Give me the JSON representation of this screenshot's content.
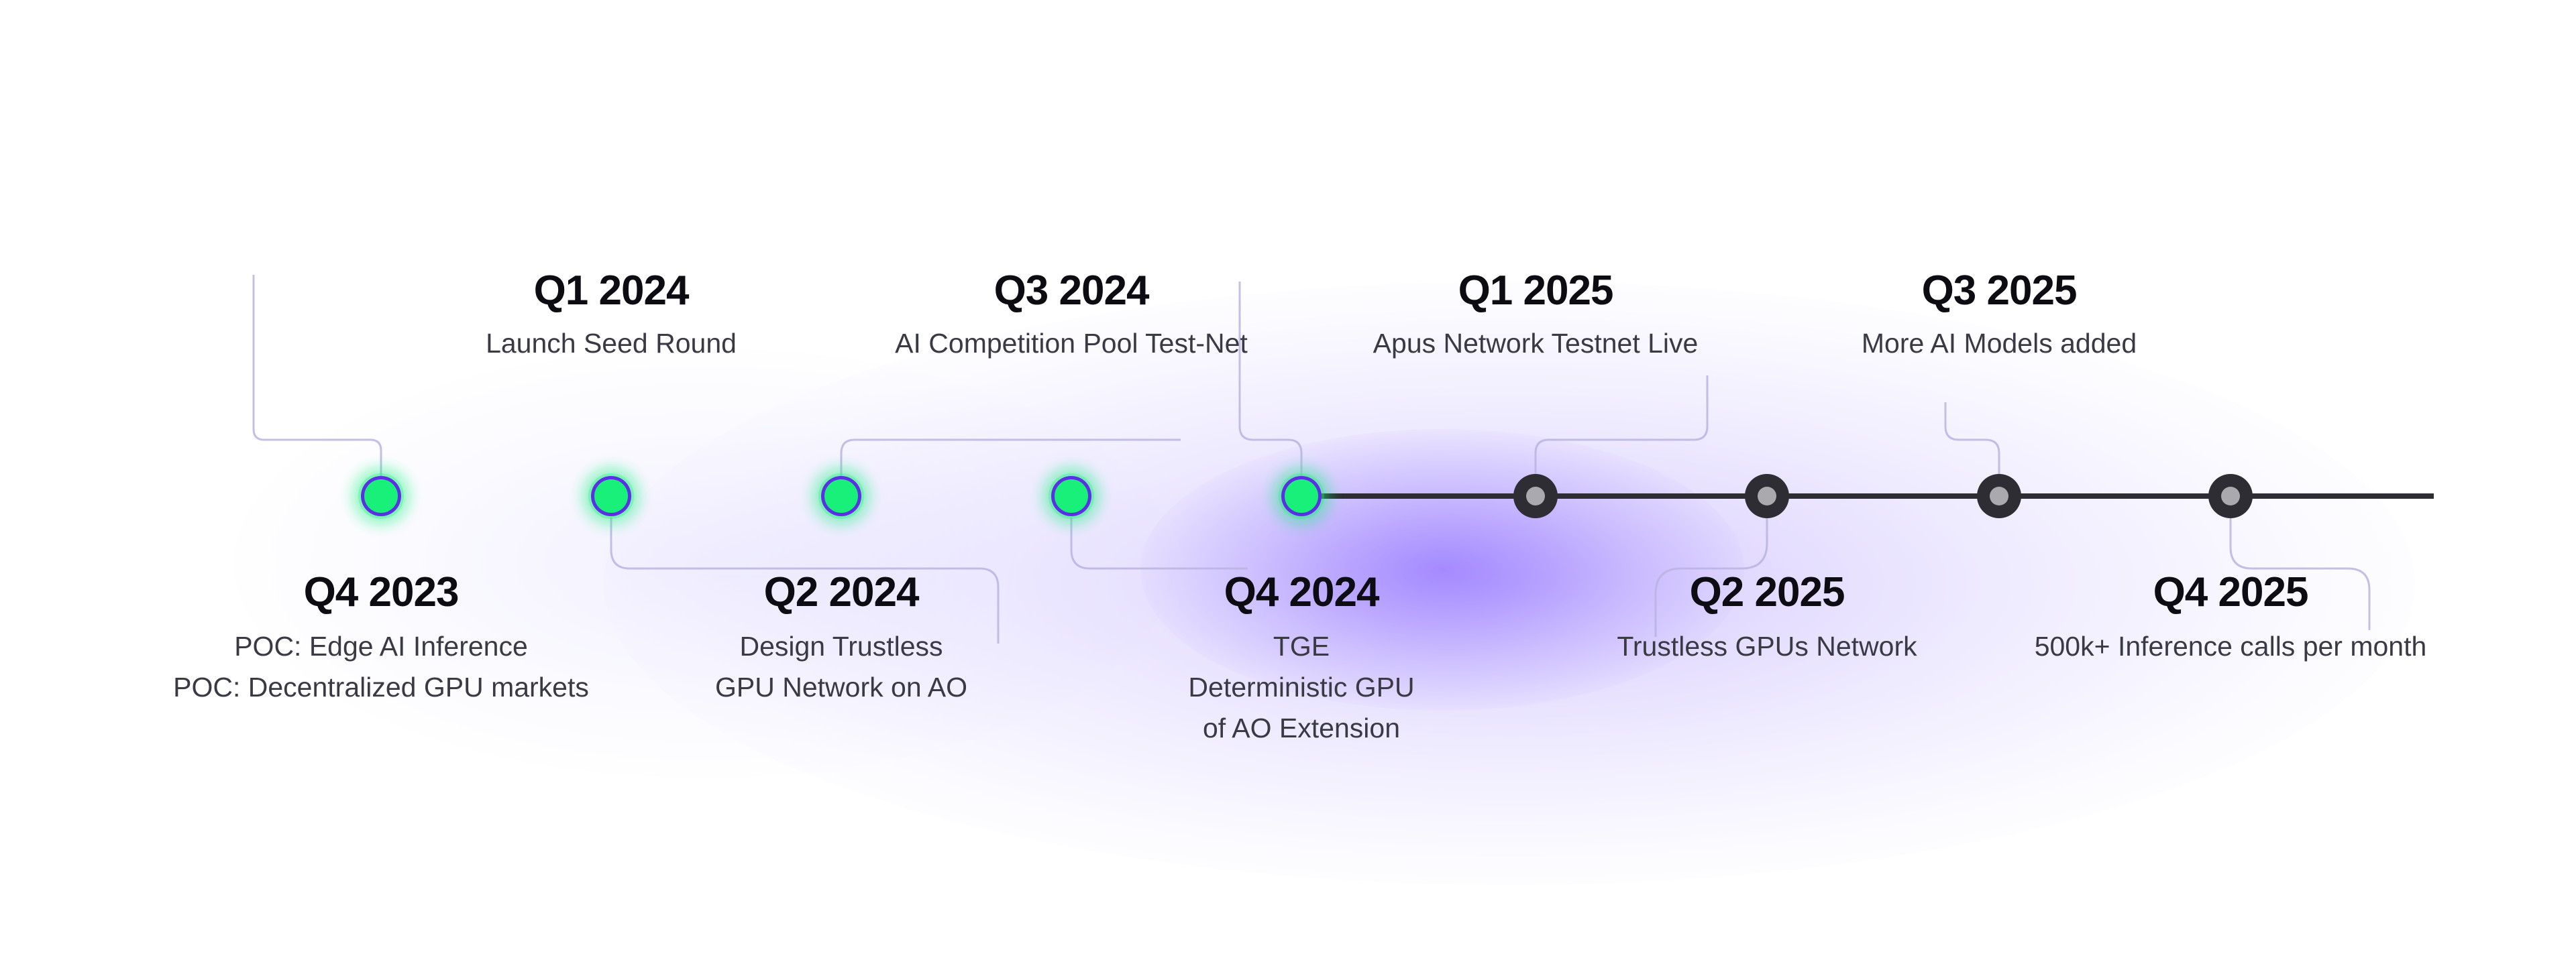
{
  "milestones": [
    {
      "title": "Q4 2023",
      "lines": [
        "POC: Edge AI Inference",
        "POC: Decentralized GPU markets"
      ],
      "status": "done"
    },
    {
      "title": "Q1 2024",
      "lines": [
        "Launch Seed Round"
      ],
      "status": "done"
    },
    {
      "title": "Q2 2024",
      "lines": [
        "Design Trustless",
        "GPU Network on AO"
      ],
      "status": "done"
    },
    {
      "title": "Q3 2024",
      "lines": [
        "AI Competition Pool Test-Net"
      ],
      "status": "done"
    },
    {
      "title": "Q4 2024",
      "lines": [
        "TGE",
        "Deterministic GPU",
        "of AO Extension"
      ],
      "status": "done"
    },
    {
      "title": "Q1 2025",
      "lines": [
        "Apus Network Testnet Live"
      ],
      "status": "upcoming"
    },
    {
      "title": "Q2 2025",
      "lines": [
        "Trustless GPUs Network"
      ],
      "status": "upcoming"
    },
    {
      "title": "Q3 2025",
      "lines": [
        "More AI Models added"
      ],
      "status": "upcoming"
    },
    {
      "title": "Q4 2025",
      "lines": [
        "500k+ Inference calls per month"
      ],
      "status": "upcoming"
    }
  ],
  "colors": {
    "done_node": "#19f07a",
    "done_line": "#5b2fe6",
    "upcoming_node": "#2d2d33",
    "upcoming_inner": "#a9a9ae",
    "upcoming_line": "#2d2d33",
    "connector": "#b9b4e0"
  }
}
